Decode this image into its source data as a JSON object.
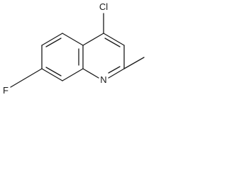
{
  "molecule": {
    "atoms": {
      "chlorine": "Cl",
      "fluorine": "F",
      "nitrogen": "N"
    }
  }
}
